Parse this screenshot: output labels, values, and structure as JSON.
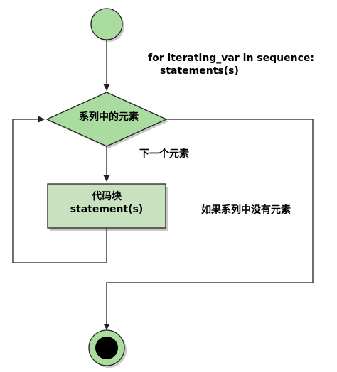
{
  "code": {
    "line1": "for iterating_var in sequence:",
    "line2": "statements(s)"
  },
  "decision": {
    "label": "系列中的元素"
  },
  "next_element": {
    "label": "下一个元素"
  },
  "code_block": {
    "line1": "代码块",
    "line2": "statement(s)"
  },
  "no_elements": {
    "label": "如果系列中没有元素"
  },
  "colors": {
    "node_fill": "#a9dc9e",
    "block_fill": "#c8e2c0",
    "shadow": "#c8c8c8",
    "stroke": "#222222",
    "end_fill": "#000000"
  }
}
